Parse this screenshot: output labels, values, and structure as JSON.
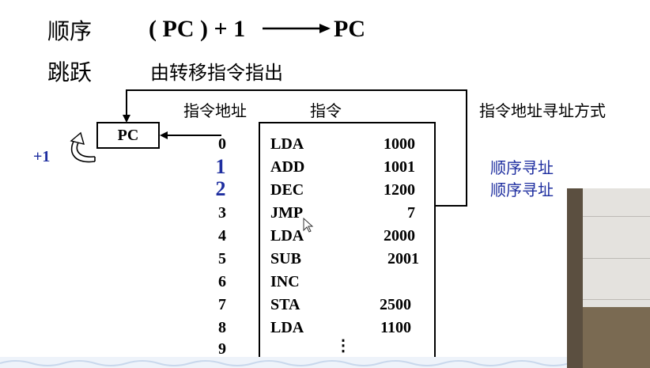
{
  "header": {
    "sequential_label": "顺序",
    "formula_lhs": "( PC ) + 1",
    "formula_rhs": "PC",
    "jump_label": "跳跃",
    "jump_desc": "由转移指令指出"
  },
  "columns": {
    "address_header": "指令地址",
    "instruction_header": "指令",
    "mode_header": "指令地址寻址方式"
  },
  "pc": {
    "label": "PC",
    "increment_label": "+1"
  },
  "memory": [
    {
      "addr": "0",
      "op": "LDA",
      "value": "1000"
    },
    {
      "addr": "1",
      "op": "ADD",
      "value": "1001"
    },
    {
      "addr": "2",
      "op": "DEC",
      "value": "1200"
    },
    {
      "addr": "3",
      "op": "JMP",
      "value": "7"
    },
    {
      "addr": "4",
      "op": "LDA",
      "value": "2000"
    },
    {
      "addr": "5",
      "op": "SUB",
      "value": "2001"
    },
    {
      "addr": "6",
      "op": "INC",
      "value": ""
    },
    {
      "addr": "7",
      "op": "STA",
      "value": "2500"
    },
    {
      "addr": "8",
      "op": "LDA",
      "value": "1100"
    },
    {
      "addr": "9",
      "op": "⋮",
      "value": ""
    }
  ],
  "annotations": {
    "row1": "顺序寻址",
    "row2": "顺序寻址"
  },
  "colors": {
    "highlight": "#1f2fa0",
    "line": "#000000"
  }
}
